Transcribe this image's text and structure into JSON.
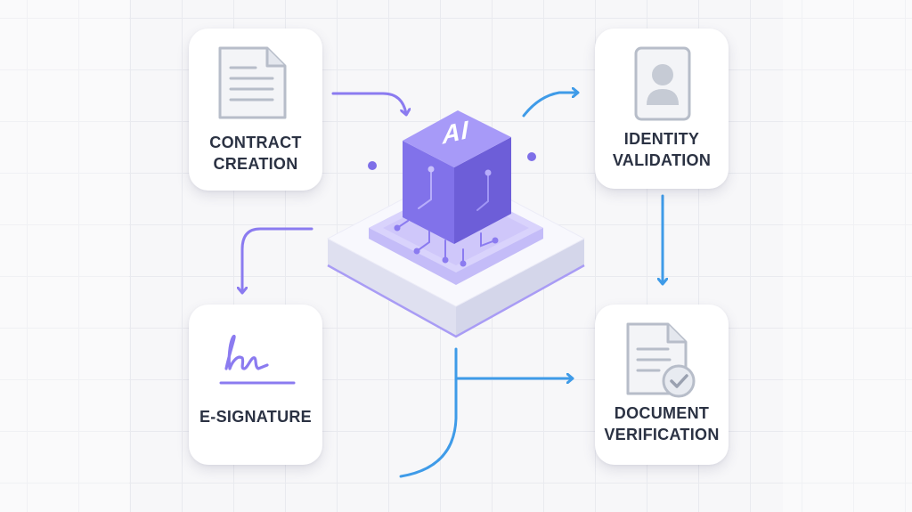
{
  "center": {
    "label": "AI"
  },
  "nodes": [
    {
      "id": "contract",
      "line1": "CONTRACT",
      "line2": "CREATION",
      "icon": "document-icon"
    },
    {
      "id": "identity",
      "line1": "IDENTITY",
      "line2": "VALIDATION",
      "icon": "id-card-icon"
    },
    {
      "id": "esign",
      "line1": "E-SIGNATURE",
      "line2": "",
      "icon": "signature-icon"
    },
    {
      "id": "verify",
      "line1": "DOCUMENT",
      "line2": "VERIFICATION",
      "icon": "document-check-icon"
    }
  ],
  "colors": {
    "accent_purple": "#8b7bf0",
    "accent_blue": "#3f9be8",
    "cube_top": "#9d8ff7",
    "cube_left": "#7e6fe8",
    "cube_right": "#6a5ad6",
    "text_dark": "#2b3243",
    "icon_gray": "#b7bdc9"
  }
}
